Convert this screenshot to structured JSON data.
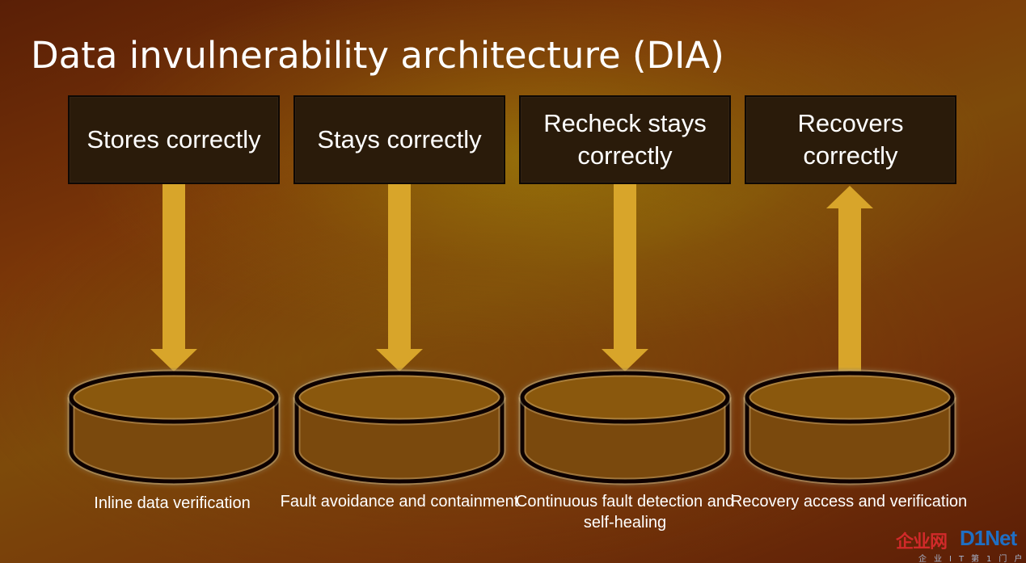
{
  "slide": {
    "title": "Data invulnerability architecture (DIA)"
  },
  "pillars": [
    {
      "heading": "Stores correctly",
      "caption": "Inline data verification",
      "arrow": "down"
    },
    {
      "heading": "Stays correctly",
      "caption": "Fault avoidance and containment",
      "arrow": "down"
    },
    {
      "heading": "Recheck stays correctly",
      "caption": "Continuous fault detection and self-healing",
      "arrow": "down"
    },
    {
      "heading": "Recovers correctly",
      "caption": "Recovery access and verification",
      "arrow": "up"
    }
  ],
  "icons": {
    "storage": "database-disk-icon",
    "arrow_down": "arrow-down-icon",
    "arrow_up": "arrow-up-icon"
  },
  "colors": {
    "arrow": "#d8a52a",
    "box_fill": "#2a1b0a",
    "text": "#ffffff"
  },
  "watermark": {
    "cn": "企业网",
    "en": "D1Net",
    "sub": "企业IT第1门户"
  }
}
